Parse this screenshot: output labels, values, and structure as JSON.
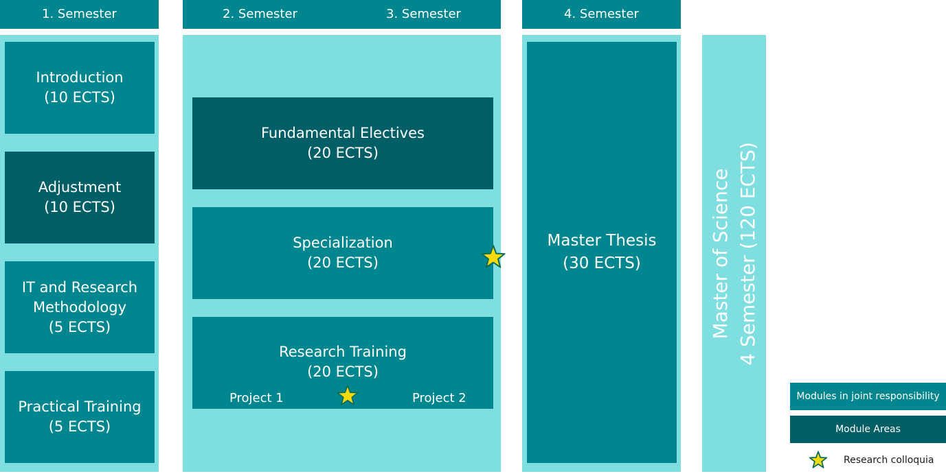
{
  "headers": {
    "sem1": "1. Semester",
    "sem2": "2. Semester",
    "sem3": "3. Semester",
    "sem4": "4. Semester"
  },
  "semester1": [
    {
      "lines": [
        "Introduction",
        "(10 ECTS)"
      ],
      "kind": "joint"
    },
    {
      "lines": [
        "Adjustment",
        "(10 ECTS)"
      ],
      "kind": "area"
    },
    {
      "lines": [
        "IT and Research",
        "Methodology",
        "(5 ECTS)"
      ],
      "kind": "joint"
    },
    {
      "lines": [
        "Practical Training",
        "(5 ECTS)"
      ],
      "kind": "joint"
    }
  ],
  "middle": {
    "electives": {
      "lines": [
        "Fundamental Electives",
        "(20 ECTS)"
      ],
      "kind": "area"
    },
    "specialization": {
      "lines": [
        "Specialization",
        "(20 ECTS)"
      ],
      "kind": "joint"
    },
    "research_training": {
      "lines": [
        "Research Training",
        "(20 ECTS)"
      ],
      "project1": "Project 1",
      "project2": "Project 2",
      "kind": "joint"
    }
  },
  "thesis": {
    "lines": [
      "Master Thesis",
      "(30 ECTS)"
    ],
    "kind": "joint"
  },
  "degree": {
    "line1": "Master of Science",
    "line2": "4 Semester (120 ECTS)"
  },
  "legend": {
    "joint": "Modules in joint responsibility",
    "areas": "Module Areas",
    "colloquia": "Research colloquia"
  },
  "colors": {
    "joint": "#00868F",
    "area": "#005F66",
    "background": "#7FDEE0",
    "star_fill": "#F5D90A",
    "star_stroke": "#0B6B5A"
  },
  "icons": {
    "colloquium": "star-icon"
  }
}
